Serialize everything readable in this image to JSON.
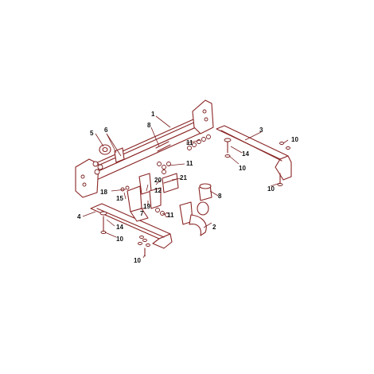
{
  "callouts": {
    "c1": "1",
    "c2": "2",
    "c3": "3",
    "c4": "4",
    "c5": "5",
    "c6": "6",
    "c7": "7",
    "c8a": "8",
    "c8b": "8",
    "c10a": "10",
    "c10b": "10",
    "c10c": "10",
    "c10d": "10",
    "c10e": "10",
    "c11a": "11",
    "c11b": "11",
    "c11c": "11",
    "c12": "12",
    "c14a": "14",
    "c14b": "14",
    "c15": "15",
    "c18": "18",
    "c19": "19",
    "c20": "20",
    "c21": "21"
  },
  "colors": {
    "linework": "#8a2525",
    "labels": "#111111",
    "background": "#ffffff"
  }
}
